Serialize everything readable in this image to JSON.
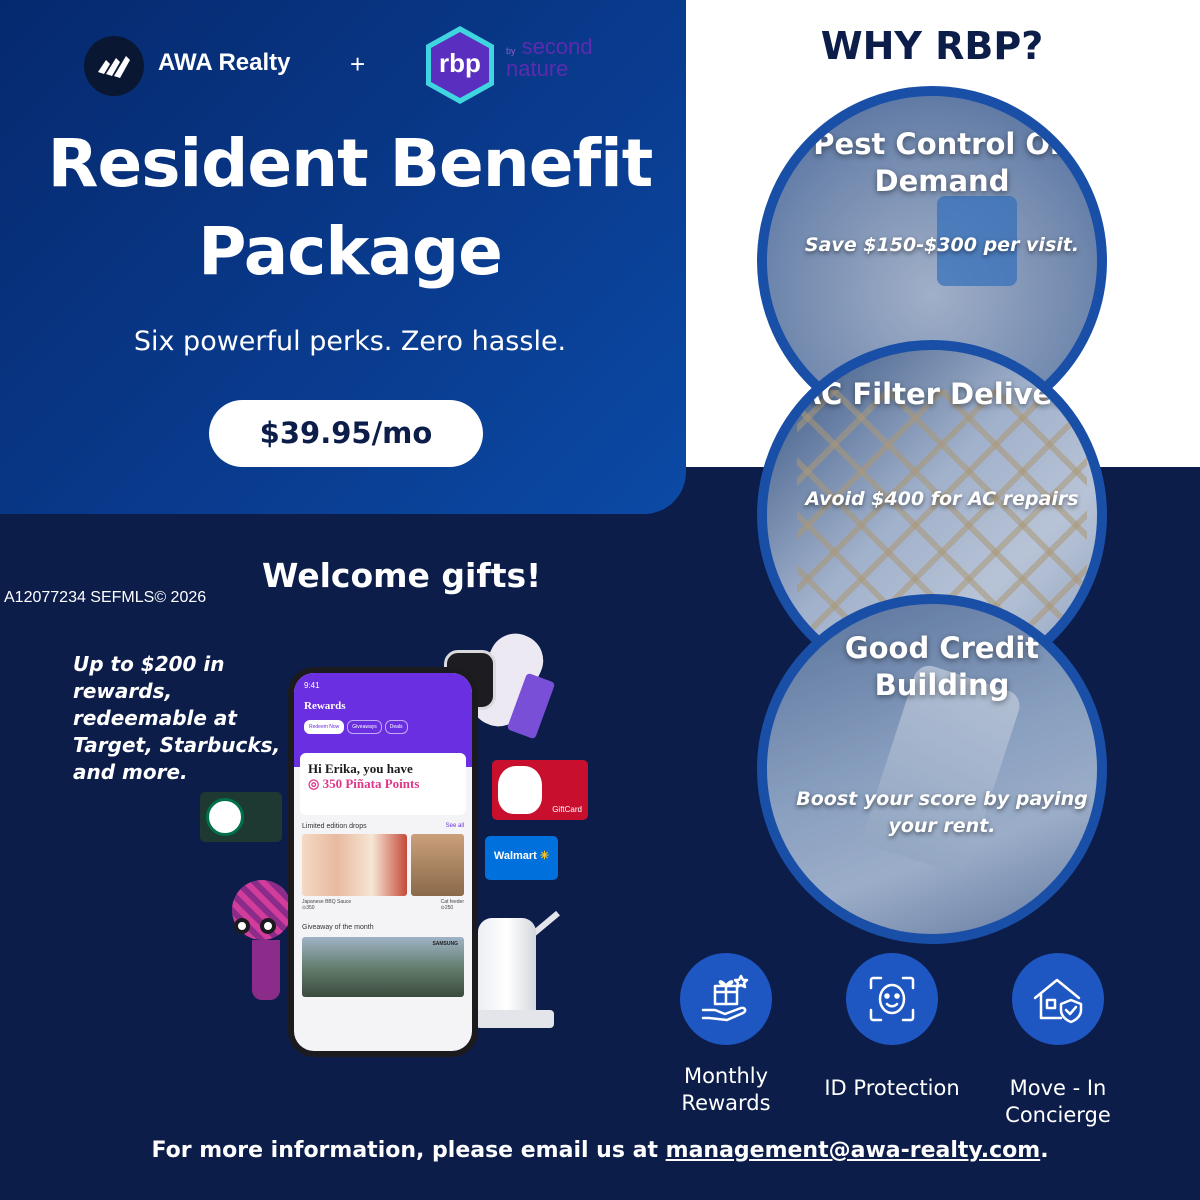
{
  "brand": {
    "awa_name": "AWA Realty",
    "plus": "+",
    "rbp_mark": "rbp",
    "partner_small": "by",
    "partner_name": "second nature"
  },
  "hero": {
    "title": "Resident Benefit Package",
    "tagline": "Six powerful perks. Zero hassle.",
    "price": "$39.95/mo"
  },
  "why": {
    "title": "WHY RBP?",
    "items": [
      {
        "title": "Pest Control On Demand",
        "note": "Save $150-$300 per visit."
      },
      {
        "title": "AC Filter Delivery",
        "note": "Avoid $400 for AC repairs"
      },
      {
        "title": "Good Credit Building",
        "note": "Boost your score by paying your rent."
      }
    ]
  },
  "watermark": "A12077234  SEFMLS© 2026",
  "gifts": {
    "title": "Welcome gifts!",
    "text": "Up to $200 in rewards, redeemable at Target, Starbucks, and more."
  },
  "phone": {
    "time": "9:41",
    "title": "Rewards",
    "tabs": [
      "Redeem Now",
      "Giveaways",
      "Deals"
    ],
    "greeting": "Hi Erika, you have",
    "points": "350 Piñata Points",
    "section": "Limited edition drops",
    "see_all": "See all",
    "product1": "Japanese BBQ Sauce",
    "product1_pts": "350",
    "product2": "Cat feeder",
    "product2_pts": "250",
    "giveaway": "Giveaway of the month",
    "tv_brand": "SAMSUNG"
  },
  "cards": {
    "target_label": "GiftCard",
    "walmart_label": "Walmart"
  },
  "features": [
    {
      "label": "Monthly Rewards",
      "icon": "gift-hand-icon"
    },
    {
      "label": "ID Protection",
      "icon": "face-id-icon"
    },
    {
      "label": "Move - In Concierge",
      "icon": "house-shield-icon"
    }
  ],
  "footer": {
    "prefix": "For more information, please email us at",
    "email": "management@awa-realty.com",
    "suffix": "."
  },
  "colors": {
    "navy": "#0c1d4a",
    "hero_blue": "#093a8c",
    "circle_border": "#1a4fa8",
    "icon_blue": "#1e56c2",
    "rbp_purple": "#5c2bb0",
    "points_pink": "#e0368a"
  }
}
